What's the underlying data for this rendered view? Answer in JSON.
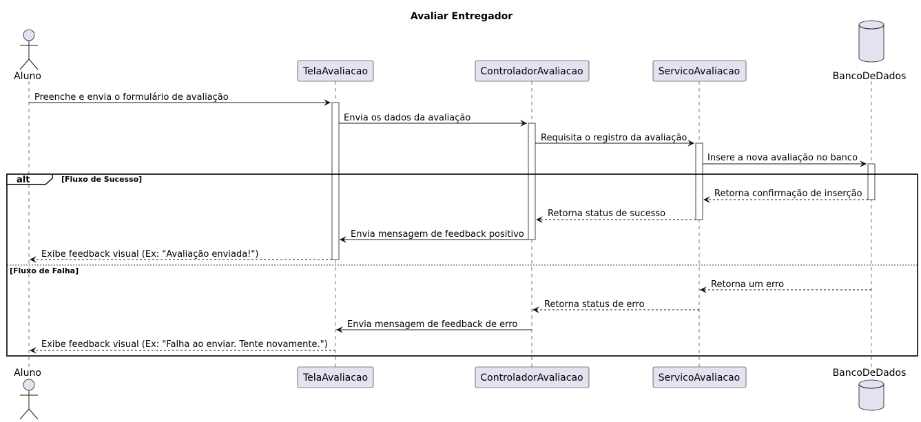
{
  "title": "Avaliar Entregador",
  "participants": [
    {
      "id": "aluno",
      "label": "Aluno",
      "kind": "actor"
    },
    {
      "id": "tela",
      "label": "TelaAvaliacao",
      "kind": "box"
    },
    {
      "id": "controlador",
      "label": "ControladorAvaliacao",
      "kind": "box"
    },
    {
      "id": "servico",
      "label": "ServicoAvaliacao",
      "kind": "box"
    },
    {
      "id": "banco",
      "label": "BancoDeDados",
      "kind": "database"
    }
  ],
  "messages": [
    {
      "from": "aluno",
      "to": "tela",
      "text": "Preenche e envia o formulário de avaliação",
      "style": "solid"
    },
    {
      "from": "tela",
      "to": "controlador",
      "text": "Envia os dados da avaliação",
      "style": "solid"
    },
    {
      "from": "controlador",
      "to": "servico",
      "text": "Requisita o registro da avaliação",
      "style": "solid"
    },
    {
      "from": "servico",
      "to": "banco",
      "text": "Insere a nova avaliação no banco",
      "style": "solid"
    },
    {
      "from": "banco",
      "to": "servico",
      "text": "Retorna confirmação de inserção",
      "style": "dashed"
    },
    {
      "from": "servico",
      "to": "controlador",
      "text": "Retorna status de sucesso",
      "style": "dashed"
    },
    {
      "from": "controlador",
      "to": "tela",
      "text": "Envia mensagem de feedback positivo",
      "style": "solid"
    },
    {
      "from": "tela",
      "to": "aluno",
      "text": "Exibe feedback visual (Ex: \"Avaliação enviada!\")",
      "style": "dashed"
    },
    {
      "from": "banco",
      "to": "servico",
      "text": "Retorna um erro",
      "style": "dashed"
    },
    {
      "from": "servico",
      "to": "controlador",
      "text": "Retorna status de erro",
      "style": "dashed"
    },
    {
      "from": "controlador",
      "to": "tela",
      "text": "Envia mensagem de feedback de erro",
      "style": "solid"
    },
    {
      "from": "tela",
      "to": "aluno",
      "text": "Exibe feedback visual (Ex: \"Falha ao enviar. Tente novamente.\")",
      "style": "dashed"
    }
  ],
  "fragment": {
    "operator": "alt",
    "guards": [
      "[Fluxo de Sucesso]",
      "[Fluxo de Falha]"
    ]
  },
  "colors": {
    "participant_fill": "#e2e2f0",
    "line": "#181818"
  }
}
